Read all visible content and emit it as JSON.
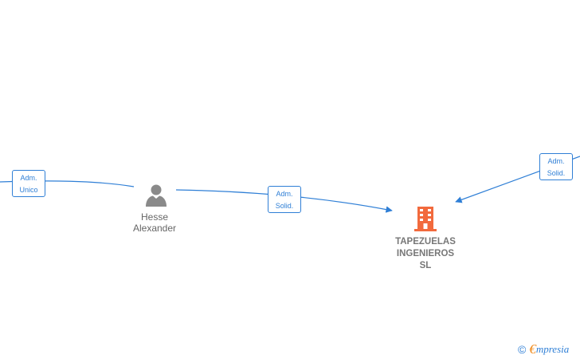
{
  "colors": {
    "edge": "#2f7fd6",
    "person_icon": "#8a8a8a",
    "company_icon": "#f26a3d",
    "brand_e": "#f08b1d",
    "brand_text": "#2f7fd6"
  },
  "icons": {
    "person": "person-icon",
    "company": "building-icon"
  },
  "nodes": {
    "person": {
      "line1": "Hesse",
      "line2": "Alexander"
    },
    "company": {
      "line1": "TAPEZUELAS",
      "line2": "INGENIEROS",
      "line3": "SL"
    }
  },
  "edges": {
    "left": {
      "line1": "Adm.",
      "line2": "Unico"
    },
    "middle": {
      "line1": "Adm.",
      "line2": "Solid."
    },
    "right": {
      "line1": "Adm.",
      "line2": "Solid."
    }
  },
  "brand": {
    "copyright": "©",
    "e": "€",
    "rest": "mpresia"
  }
}
